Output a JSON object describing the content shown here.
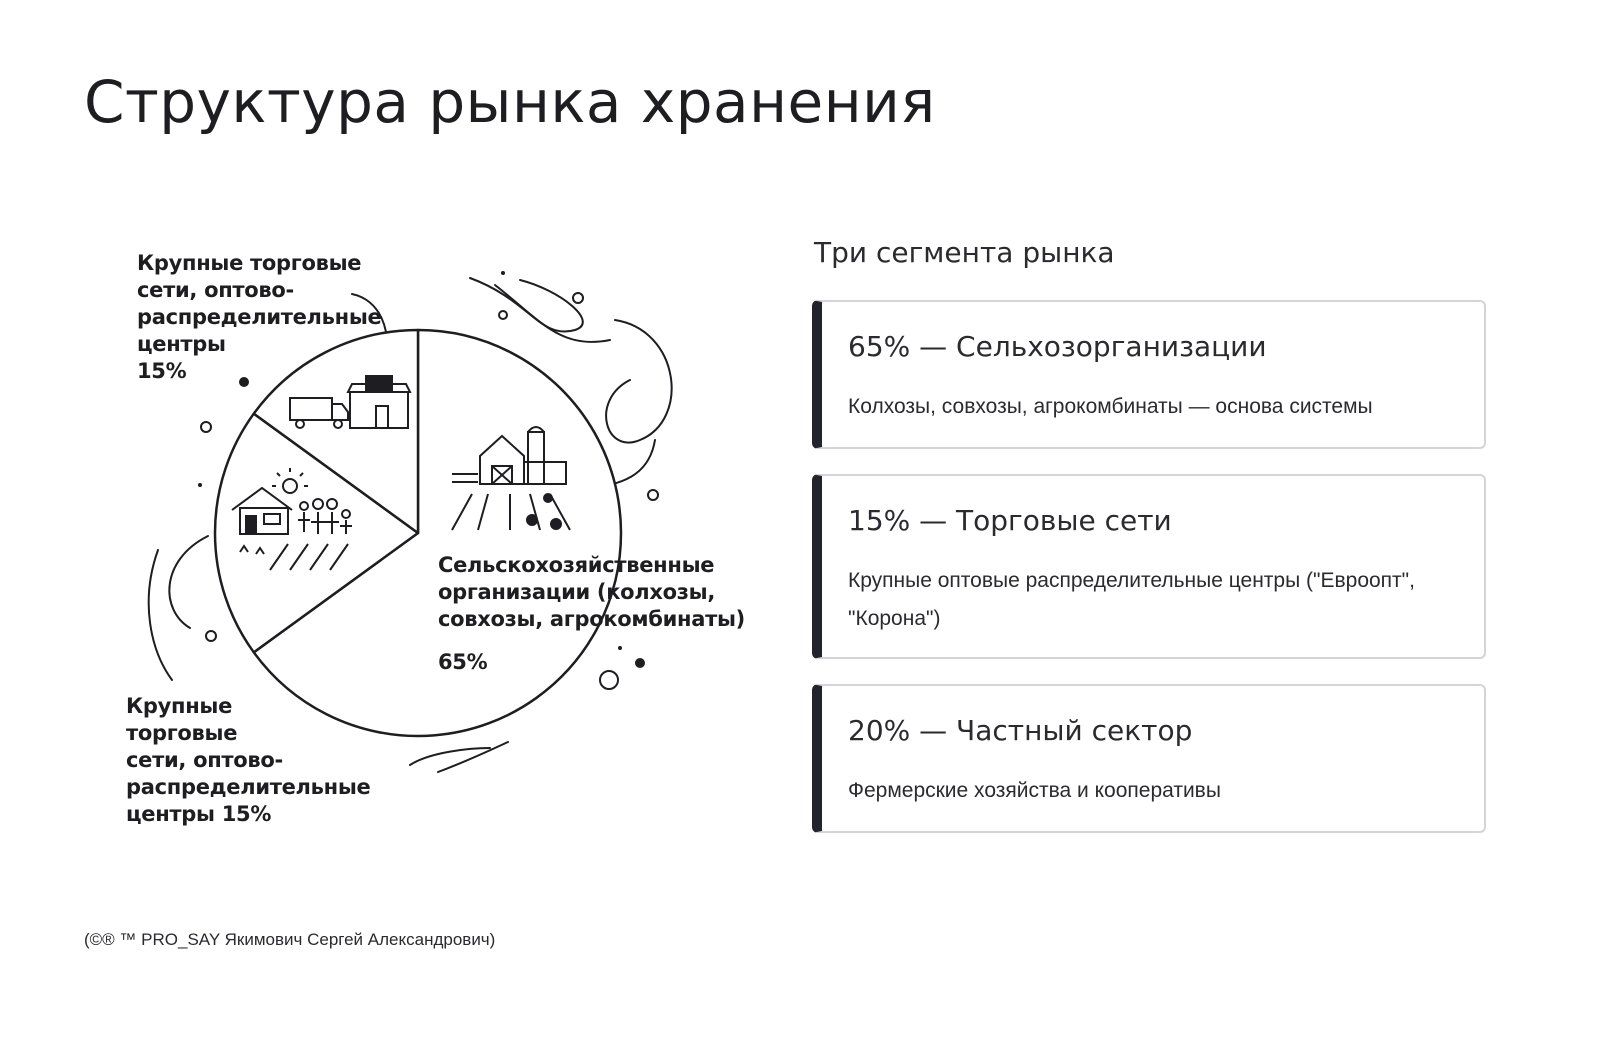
{
  "title": "Структура рынка хранения",
  "chart_data": {
    "type": "pie",
    "slices": [
      {
        "key": "agro",
        "value": 65,
        "label_lines": [
          "Сельскохозяйственные",
          "организации (колхозы,",
          "совхозы, агрокомбинаты)"
        ],
        "value_label": "65%"
      },
      {
        "key": "retail",
        "value": 15,
        "label_lines": [
          "Крупные торговые",
          "сети, оптово-",
          "распределительные",
          "центры",
          "15%"
        ]
      },
      {
        "key": "private",
        "value": 20,
        "label_lines": [
          "Крупные",
          "торговые",
          "сети, оптово-",
          "распределительные",
          "центры 15%"
        ]
      }
    ],
    "colors": {
      "stroke": "#1d1d22",
      "fill": "#ffffff"
    }
  },
  "segments": {
    "heading": "Три сегмента рынка",
    "cards": [
      {
        "title": "65% — Сельхозорганизации",
        "desc": "Колхозы, совхозы, агрокомбинаты — основа системы"
      },
      {
        "title": "15% — Торговые сети",
        "desc": "Крупные оптовые распределительные центры (\"Евроопт\", \"Корона\")"
      },
      {
        "title": "20% — Частный сектор",
        "desc": "Фермерские хозяйства и кооперативы"
      }
    ]
  },
  "footer": "(©® ™ PRO_SAY Якимович Сергей Александрович)"
}
